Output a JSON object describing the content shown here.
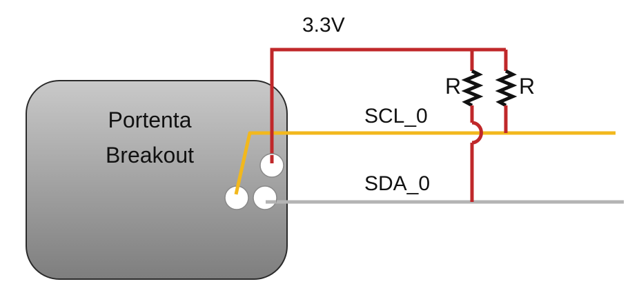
{
  "supply": {
    "label": "3.3V"
  },
  "board": {
    "label_line1": "Portenta",
    "label_line2": "Breakout"
  },
  "nets": {
    "scl_label": "SCL_0",
    "sda_label": "SDA_0"
  },
  "resistors": [
    {
      "label": "R"
    },
    {
      "label": "R"
    }
  ],
  "colors": {
    "supply_wire": "#c0282a",
    "scl_wire": "#f2b81d",
    "sda_wire": "#b4b4b4",
    "board_top": "#c9c9c9",
    "board_bottom": "#7e7e7e",
    "board_border": "#2a2a2a"
  }
}
